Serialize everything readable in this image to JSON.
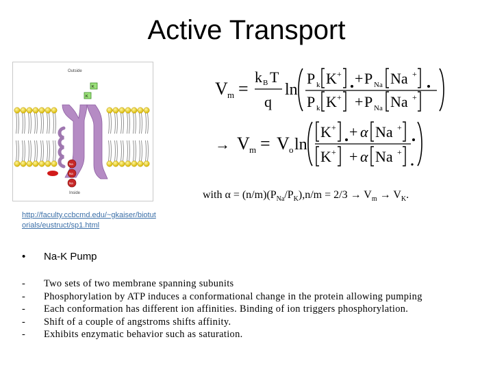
{
  "slide": {
    "title": "Active Transport",
    "figure": {
      "outside_label": "Outside",
      "inside_label": "Inside",
      "k_label": "K",
      "na_label": "Na"
    },
    "equation1": {
      "lhs_V": "V",
      "lhs_sub": "m",
      "eq": "=",
      "kB_k": "k",
      "kB_sub": "B",
      "T": "T",
      "q": "q",
      "ln": "ln",
      "P": "P",
      "k_sub": "k",
      "K": "K",
      "plus_sup": "+",
      "Na_sub": "Na",
      "Na": "Na",
      "plus": "+"
    },
    "equation2": {
      "arrow": "→",
      "V": "V",
      "V_sub": "m",
      "eq": "=",
      "Vo": "V",
      "Vo_sub": "o",
      "ln": "ln",
      "K": "K",
      "plus_sup": "+",
      "alpha": "α",
      "Na": "Na",
      "plus": "+"
    },
    "with_line": {
      "part1": "with α = (n/m)(P",
      "sub1": "Na",
      "part2": "/P",
      "sub2": "K",
      "part3": "),n/m = 2/3 → V",
      "sub3": "m",
      "part4": " → V",
      "sub4": "K",
      "part5": "."
    },
    "link": {
      "line1": "http://faculty.ccbcmd.edu/~gkaiser/biotut",
      "line2": "orials/eustruct/sp1.html"
    },
    "bullet": {
      "marker": "•",
      "text": "Na-K Pump"
    },
    "dash_marker": "-",
    "details": [
      "Two sets of two membrane spanning subunits",
      "Phosphorylation by ATP induces a conformational change in the protein allowing pumping",
      "Each conformation has different ion affinities.  Binding of ion triggers phosphorylation.",
      "Shift of a couple of angstroms shifts affinity.",
      "Exhibits enzymatic behavior such as saturation."
    ]
  }
}
